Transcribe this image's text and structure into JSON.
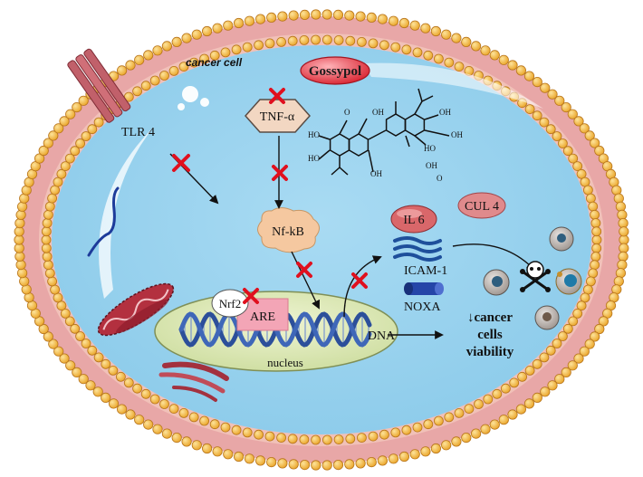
{
  "diagram": {
    "cell_label": "cancer cell",
    "compound_label": "Gossypol",
    "receptor_label": "TLR 4",
    "cytokine_label": "TNF-α",
    "nfkb_label": "Nf-kB",
    "il6_label": "IL 6",
    "cul4_label": "CUL 4",
    "icam_label": "ICAM-1",
    "noxa_label": "NOXA",
    "nrf2_label": "Nrf2",
    "are_label": "ARE",
    "dna_label": "DNA",
    "nucleus_label": "nucleus",
    "outcome_line1": "↓cancer",
    "outcome_line2": "cells",
    "outcome_line3": "viability",
    "structure_labels": [
      "O",
      "OH",
      "HO",
      "OH",
      "HO",
      "OH",
      "HO",
      "OH",
      "OH",
      "O"
    ],
    "colors": {
      "membrane_head": "#f2b234",
      "membrane_outline": "#b8751c",
      "membrane_tail": "#cf8a8a",
      "cytoplasm": "#9fd4ee",
      "nucleus": "#d9e6b6",
      "inhibition_mark": "#e0101e",
      "dna": "#2c4f9a",
      "gossypol_badge": "#e83a45",
      "tnf_hexagon": "#f2d7c2",
      "nfkb_blob": "#f5c8a0",
      "are_box": "#f3a5b6",
      "il6_oval": "#d9676a",
      "icam_waves": "#1e4f9b",
      "noxa_cylinder": "#2545a8"
    },
    "icons": [
      "tlr4-receptor-icon",
      "gossypol-structure-icon",
      "dna-helix-icon",
      "mitochondrion-icon",
      "endoplasmic-reticulum-icon",
      "skull-crossbones-icon",
      "dead-cell-icon",
      "inhibition-x-icon"
    ]
  }
}
